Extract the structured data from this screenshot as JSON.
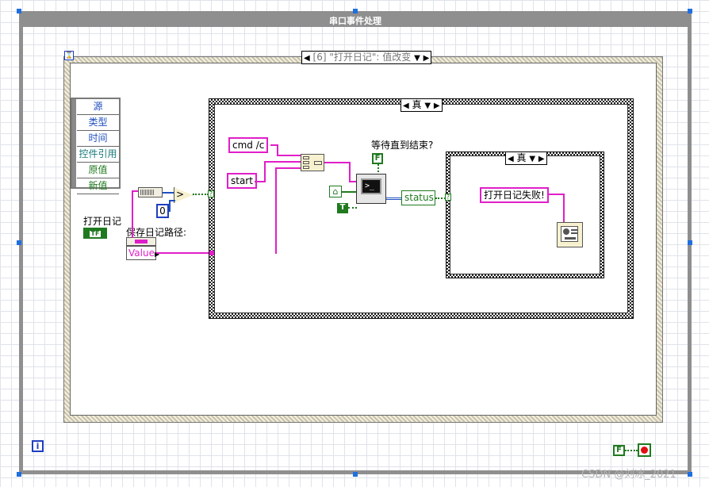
{
  "frame": {
    "title": "串口事件处理"
  },
  "event_structure": {
    "selector_value": "[6] \"打开日记\": 值改变",
    "event_data_nodes": [
      {
        "label": "源",
        "color": "#1f4fbf"
      },
      {
        "label": "类型",
        "color": "#1f4fbf"
      },
      {
        "label": "时间",
        "color": "#1f4fbf"
      },
      {
        "label": "控件引用",
        "color": "#1a7a7a"
      },
      {
        "label": "原值",
        "color": "#1f7a1f"
      },
      {
        "label": "新值",
        "color": "#1f7a1f"
      }
    ]
  },
  "controls": {
    "open_log_label": "打开日记",
    "open_log_terminal": "TF",
    "save_path_label": "保存日记路径:",
    "value_property": "Value",
    "zero_constant": "0",
    "compare_symbol": ">"
  },
  "outer_case": {
    "selector_value": "真"
  },
  "strings": {
    "cmd": "cmd /c",
    "start": "start"
  },
  "system_exec": {
    "wait_label": "等待直到结束?",
    "wait_value": "F",
    "true_constant": "T",
    "status_label": "status"
  },
  "inner_case": {
    "selector_value": "真",
    "error_message": "打开日记失败!"
  },
  "stop": {
    "false_constant": "F"
  },
  "watermark": "CSDN @刘冰_2021",
  "colors": {
    "string_wire": "#e01fc8",
    "numeric_wire": "#1f4fbf",
    "boolean_wire": "#1f7a1f",
    "frame_gray": "#8f8f8f",
    "stop_red": "#e01010"
  }
}
